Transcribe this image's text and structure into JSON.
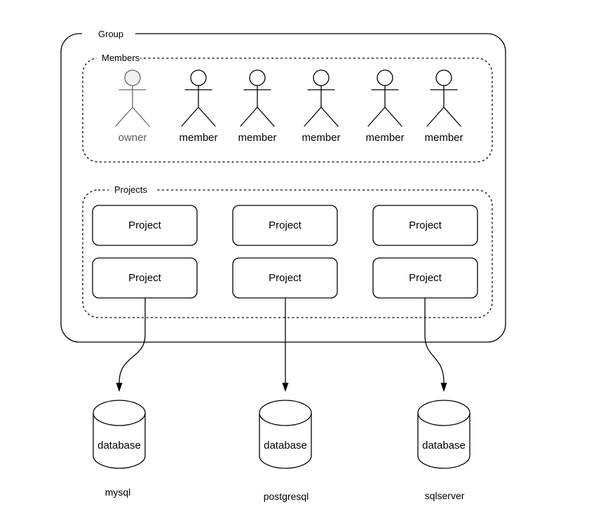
{
  "diagram": {
    "group": {
      "label": "Group"
    },
    "members": {
      "section_label": "Members",
      "actors": [
        {
          "role": "owner",
          "label": "owner"
        },
        {
          "role": "member",
          "label": "member"
        },
        {
          "role": "member",
          "label": "member"
        },
        {
          "role": "member",
          "label": "member"
        },
        {
          "role": "member",
          "label": "member"
        },
        {
          "role": "member",
          "label": "member"
        }
      ]
    },
    "projects": {
      "section_label": "Projects",
      "boxes": [
        {
          "label": "Project"
        },
        {
          "label": "Project"
        },
        {
          "label": "Project"
        },
        {
          "label": "Project"
        },
        {
          "label": "Project"
        },
        {
          "label": "Project"
        }
      ]
    },
    "databases": [
      {
        "shape_label": "database",
        "name": "mysql"
      },
      {
        "shape_label": "database",
        "name": "postgresql"
      },
      {
        "shape_label": "database",
        "name": "sqlserver"
      }
    ]
  },
  "colors": {
    "background": "#ffffff",
    "line": "#000000",
    "text": "#000000",
    "owner_line": "#666666",
    "owner_head_fill": "#f2f2f2",
    "owner_text": "#595959"
  }
}
